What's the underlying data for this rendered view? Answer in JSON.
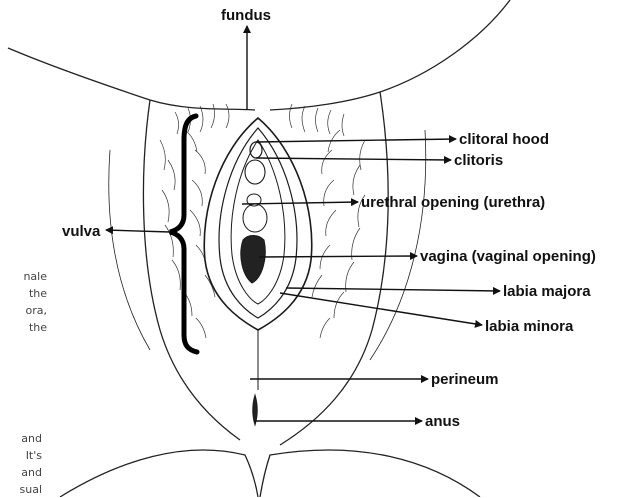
{
  "labels": {
    "fundus": "fundus",
    "clitoral_hood": "clitoral hood",
    "clitoris": "clitoris",
    "urethral_opening": "urethral opening (urethra)",
    "vulva": "vulva",
    "vagina": "vagina (vaginal opening)",
    "labia_majora": "labia majora",
    "labia_minora": "labia minora",
    "perineum": "perineum",
    "anus": "anus"
  },
  "background_text": {
    "top_lines": [
      "nale",
      "the",
      "ora,",
      "the"
    ],
    "bottom_lines": [
      "and",
      "It's",
      "and",
      "sual"
    ]
  }
}
